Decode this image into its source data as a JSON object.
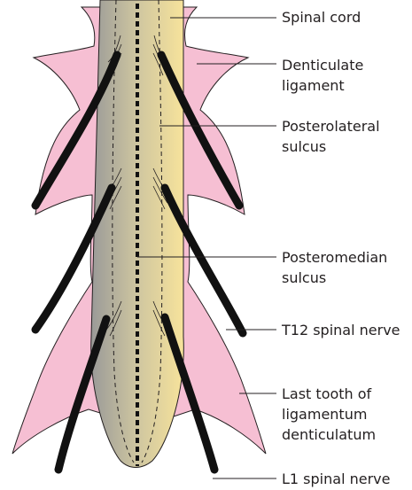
{
  "labels": {
    "spinal_cord": "Spinal cord",
    "denticulate_1": "Denticulate",
    "denticulate_2": "ligament",
    "posterolateral_1": "Posterolateral",
    "posterolateral_2": "sulcus",
    "posteromedian_1": "Posteromedian",
    "posteromedian_2": "sulcus",
    "t12": "T12 spinal nerve",
    "last_tooth_1": "Last tooth of",
    "last_tooth_2": "ligamentum",
    "last_tooth_3": "denticulatum",
    "l1": "L1 spinal nerve"
  },
  "colors": {
    "ligament_fill": "#f6bfd3",
    "ligament_stroke": "#231f20",
    "cord_left": "#9a9a98",
    "cord_mid": "#cfc6a0",
    "cord_right": "#f7e39b",
    "nerve": "#111111",
    "leader": "#231f20"
  }
}
